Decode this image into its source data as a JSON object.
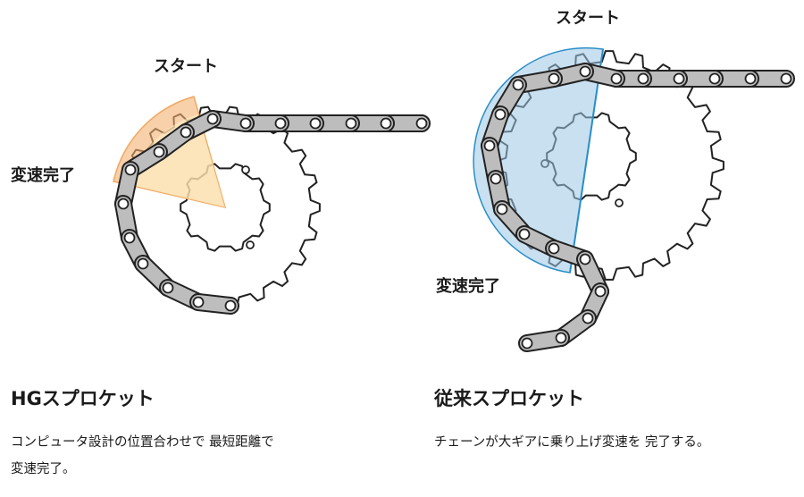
{
  "hg": {
    "start_label": "スタート",
    "end_label": "変速完了",
    "title": "HGスプロケット",
    "desc_line1": "コンピュータ設計の位置合わせで 最短距離で",
    "desc_line2": "変速完了。",
    "accent": "#f0a860"
  },
  "conventional": {
    "start_label": "スタート",
    "end_label": "変速完了",
    "title": "従来スプロケット",
    "desc_line1": "チェーンが大ギアに乗り上げ変速を 完了する。",
    "accent": "#2a8ec8"
  }
}
